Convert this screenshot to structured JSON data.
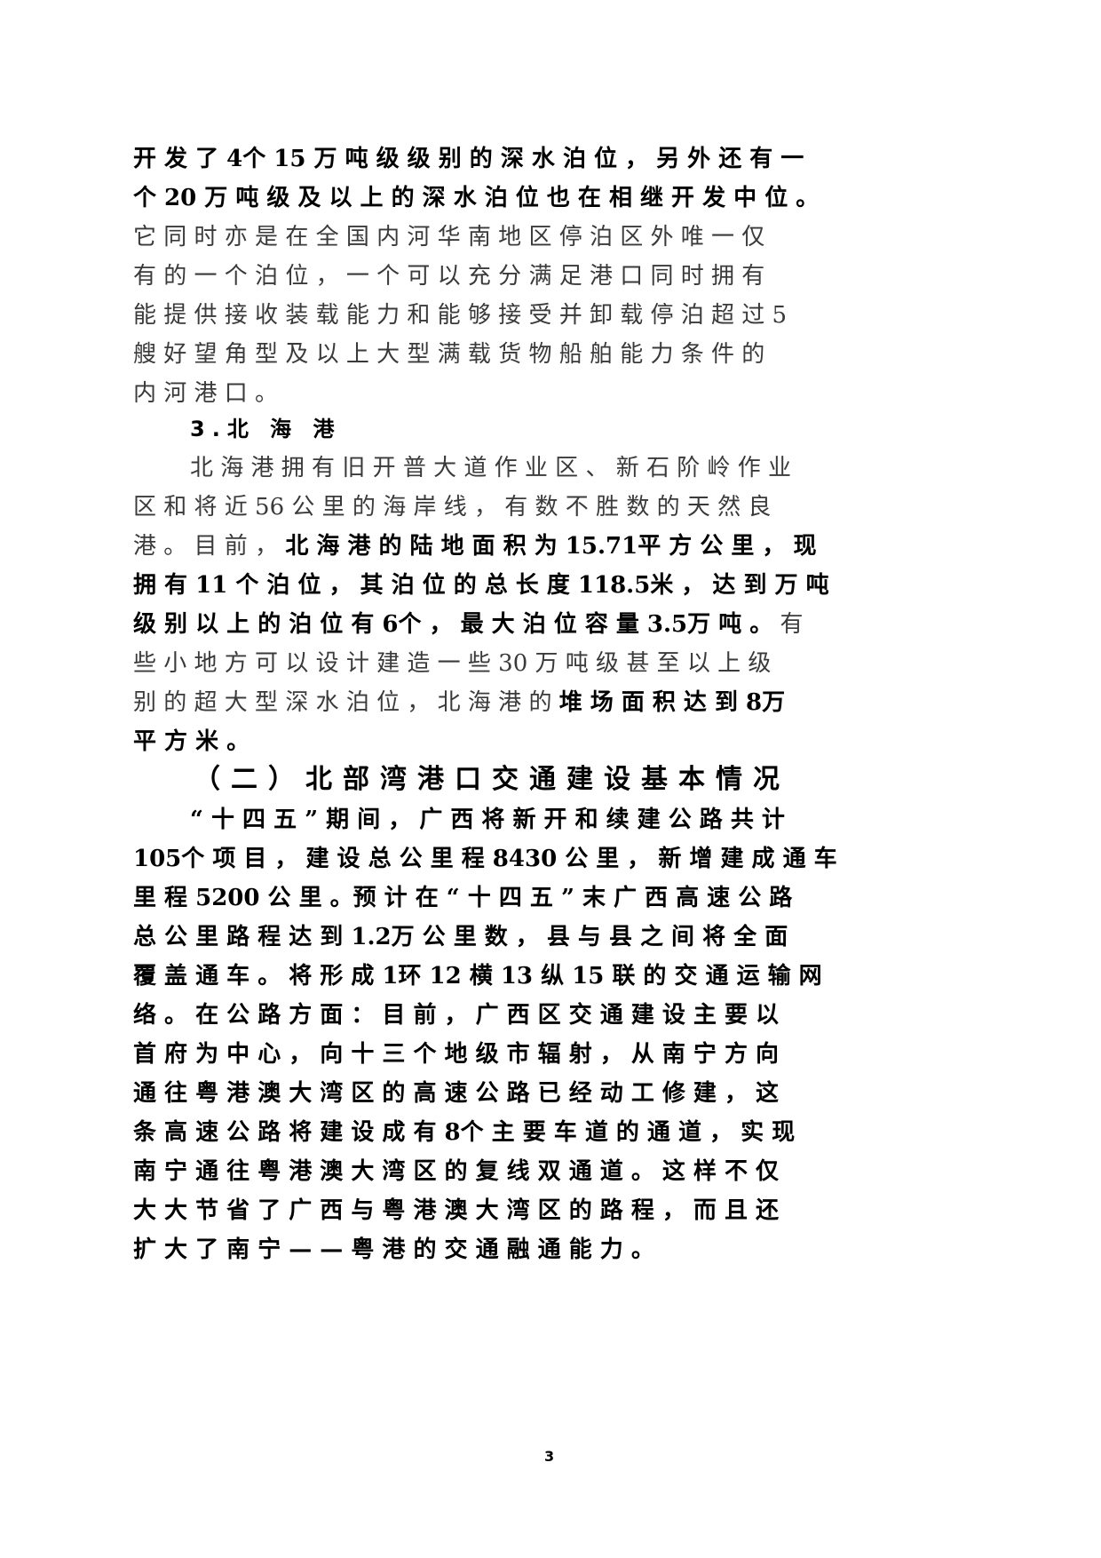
{
  "page_number": "3",
  "paragraph1": {
    "lines": [
      {
        "segments": [
          {
            "text": "开 发 了 4个 15 万 吨 级 级 别 的 深 水 泊 位 ， 另 外 还 有 一",
            "style": "dark"
          }
        ]
      },
      {
        "segments": [
          {
            "text": "个 20 万 吨 级 及 以 上 的 深 水 泊 位 也 在 相 继 开 发 中 位 。",
            "style": "dark"
          }
        ]
      },
      {
        "segments": [
          {
            "text": "它 同 时 亦 是 在 全 国 内 河 华 南 地 区 停 泊 区 外 唯 一 仅",
            "style": "gray"
          }
        ]
      },
      {
        "segments": [
          {
            "text": "有 的 一 个 泊 位 ， 一 个 可 以 充 分 满 足 港 口 同 时 拥 有",
            "style": "gray"
          }
        ]
      },
      {
        "segments": [
          {
            "text": "能 提 供 接 收 装 载 能 力 和 能 够 接 受 并 卸 载 停 泊 超 过 5",
            "style": "gray"
          }
        ]
      },
      {
        "segments": [
          {
            "text": "艘 好 望 角 型 及 以 上 大 型 满 载 货 物 船 舶 能 力 条 件 的",
            "style": "gray"
          }
        ]
      },
      {
        "segments": [
          {
            "text": "内 河 港 口 。",
            "style": "gray"
          }
        ]
      }
    ]
  },
  "section3_heading": "3.北 海 港",
  "paragraph2": {
    "lines": [
      {
        "segments": [
          {
            "text": "北 海 港 拥 有 旧 开 普 大 道 作 业 区 、 新 石 阶 岭 作 业",
            "style": "gray"
          }
        ],
        "indent": true
      },
      {
        "segments": [
          {
            "text": "区 和 将 近 56 公 里 的 海 岸 线 ， 有 数 不 胜 数 的 天 然 良",
            "style": "gray"
          }
        ]
      },
      {
        "segments": [
          {
            "text": "港 。 目 前 ， ",
            "style": "gray"
          },
          {
            "text": "北 海 港 的 陆 地 面 积 为 15.71平 方 公 里 ， 现",
            "style": "dark"
          }
        ]
      },
      {
        "segments": [
          {
            "text": "拥 有 11 个 泊 位 ， 其 泊 位 的 总 长 度 118.5米 ， 达 到 万 吨",
            "style": "dark"
          }
        ]
      },
      {
        "segments": [
          {
            "text": "级 别 以 上 的 泊 位 有 6个 ， 最 大 泊 位 容 量 3.5万 吨 。",
            "style": "dark"
          },
          {
            "text": " 有",
            "style": "gray"
          }
        ]
      },
      {
        "segments": [
          {
            "text": "些 小 地 方 可 以 设 计 建 造 一 些 30 万 吨 级 甚 至 以 上 级",
            "style": "gray"
          }
        ]
      },
      {
        "segments": [
          {
            "text": "别 的 超 大 型 深 水 泊 位 ， 北 海 港 的 ",
            "style": "gray"
          },
          {
            "text": "堆 场 面 积 达 到 8万",
            "style": "dark"
          }
        ]
      },
      {
        "segments": [
          {
            "text": "平 方 米 。",
            "style": "dark"
          }
        ]
      }
    ]
  },
  "section2_heading": "（二）北部湾港口交通建设基本情况",
  "paragraph3": {
    "lines": [
      {
        "segments": [
          {
            "text": "“ 十 四 五 ” 期 间 ， 广 西 将 新 开 和 续 建 公 路 共 计",
            "style": "dark"
          }
        ],
        "indent": true
      },
      {
        "segments": [
          {
            "text": "105个 项 目 ， 建 设 总 公 里 程 8430 公 里 ， 新 增 建 成 通 车",
            "style": "dark"
          }
        ]
      },
      {
        "segments": [
          {
            "text": "里 程 5200 公 里 。预 计 在 “ 十 四 五 ” 末 广 西 高 速 公 路",
            "style": "dark"
          }
        ]
      },
      {
        "segments": [
          {
            "text": "总 公 里 路 程 达 到 1.2万 公 里 数 ， 县 与 县 之 间 将 全 面",
            "style": "dark"
          }
        ]
      },
      {
        "segments": [
          {
            "text": "覆 盖 通 车 。 将 形 成 1环 12 横 13 纵 15 联 的 交 通 运 输 网",
            "style": "dark"
          }
        ]
      },
      {
        "segments": [
          {
            "text": "络 。 在 公 路 方 面 ： 目 前 ， 广 西 区 交 通 建 设 主 要 以",
            "style": "dark"
          }
        ]
      },
      {
        "segments": [
          {
            "text": "首 府 为 中 心 ， 向 十 三 个 地 级 市 辐 射 ， 从 南 宁 方 向",
            "style": "dark"
          }
        ]
      },
      {
        "segments": [
          {
            "text": "通 往 粤 港 澳 大 湾 区 的 高 速 公 路 已 经 动 工 修 建 ， 这",
            "style": "dark"
          }
        ]
      },
      {
        "segments": [
          {
            "text": "条 高 速 公 路 将 建 设 成 有 8个 主 要 车 道 的 通 道 ， 实 现",
            "style": "dark"
          }
        ]
      },
      {
        "segments": [
          {
            "text": "南 宁 通 往 粤 港 澳 大 湾 区 的 复 线 双 通 道 。 这 样 不 仅",
            "style": "dark"
          }
        ]
      },
      {
        "segments": [
          {
            "text": "大 大 节 省 了 广 西 与 粤 港 澳 大 湾 区 的 路 程 ， 而 且 还",
            "style": "dark"
          }
        ]
      },
      {
        "segments": [
          {
            "text": "扩 大 了 南 宁 — — 粤 港 的 交 通 融 通 能 力 。",
            "style": "dark"
          }
        ]
      }
    ]
  }
}
